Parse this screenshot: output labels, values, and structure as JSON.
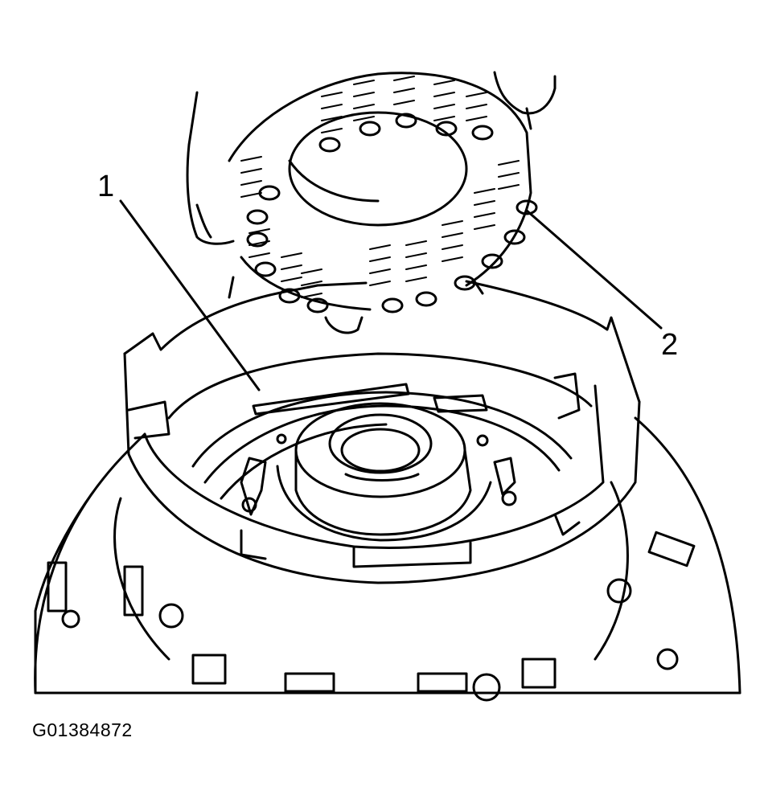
{
  "figure": {
    "id_code": "G01384872"
  },
  "callouts": [
    {
      "number": "1"
    },
    {
      "number": "2"
    }
  ],
  "colors": {
    "ink": "#000000",
    "paper": "#ffffff"
  }
}
